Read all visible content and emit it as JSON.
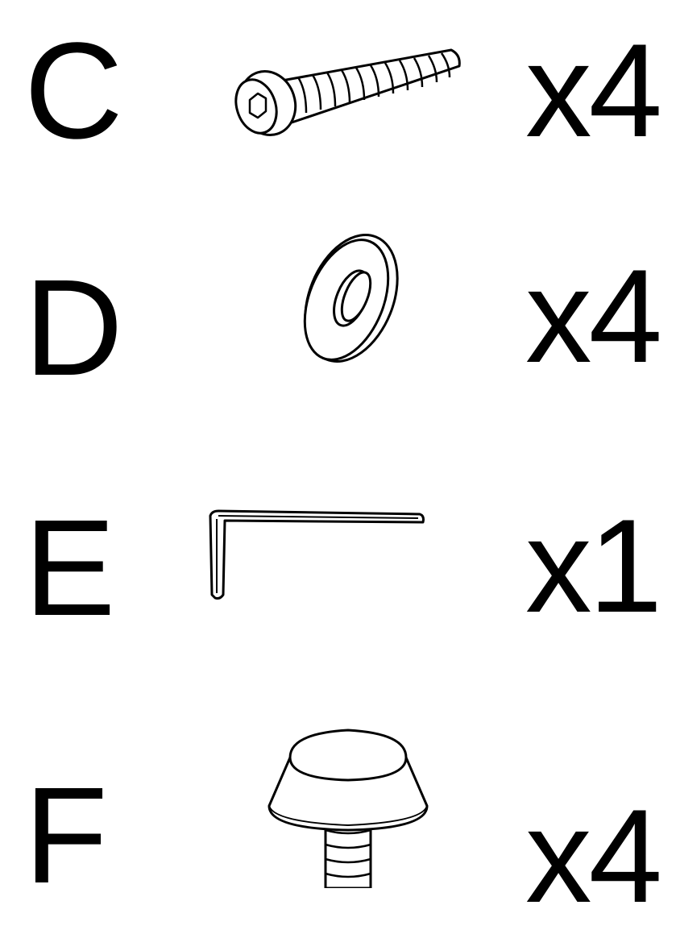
{
  "parts": [
    {
      "letter": "C",
      "quantity": "x4",
      "item": "screw-icon"
    },
    {
      "letter": "D",
      "quantity": "x4",
      "item": "washer-icon"
    },
    {
      "letter": "E",
      "quantity": "x1",
      "item": "allen-key-icon"
    },
    {
      "letter": "F",
      "quantity": "x4",
      "item": "foot-glide-icon"
    }
  ],
  "colors": {
    "ink": "#000000",
    "background": "#ffffff"
  }
}
